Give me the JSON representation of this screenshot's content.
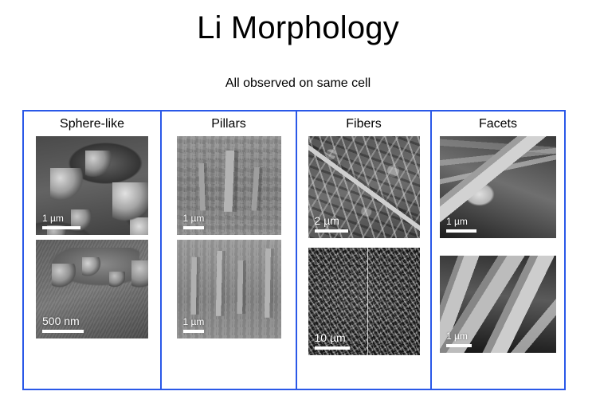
{
  "slide": {
    "title": "Li Morphology",
    "subtitle": "All observed on same cell",
    "accent_color": "#2a58e8",
    "background_color": "#ffffff"
  },
  "figure": {
    "columns": [
      {
        "header": "Sphere-like",
        "images": [
          {
            "name": "sem-sphere-like-top",
            "scalebar": "1 µm"
          },
          {
            "name": "sem-sphere-like-bottom",
            "scalebar": "500 nm"
          }
        ]
      },
      {
        "header": "Pillars",
        "images": [
          {
            "name": "sem-pillars-top",
            "scalebar": "1 µm"
          },
          {
            "name": "sem-pillars-bottom",
            "scalebar": "1 µm"
          }
        ]
      },
      {
        "header": "Fibers",
        "images": [
          {
            "name": "sem-fibers-top",
            "scalebar": "2 µm"
          },
          {
            "name": "sem-fibers-bottom",
            "scalebar": "10 µm"
          }
        ]
      },
      {
        "header": "Facets",
        "images": [
          {
            "name": "sem-facets-top",
            "scalebar": "1 µm"
          },
          {
            "name": "sem-facets-bottom",
            "scalebar": "1 µm"
          }
        ]
      }
    ]
  }
}
